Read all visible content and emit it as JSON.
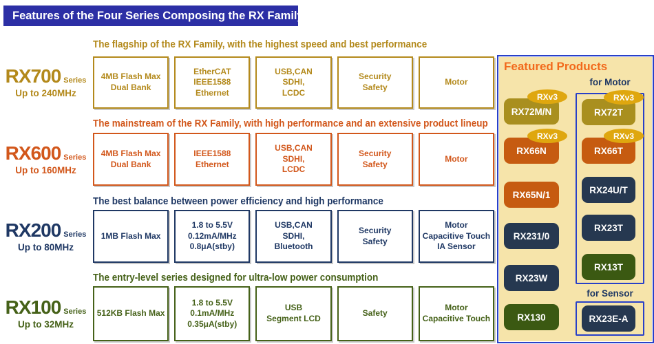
{
  "banner": {
    "title": "Features of the Four Series Composing the RX Family",
    "bg": "#2C2FA5"
  },
  "series": [
    {
      "name": "RX700",
      "suffix": "Series",
      "clock": "Up to 240MHz",
      "color": "#B3891B",
      "headline": "The flagship of the RX Family, with the highest speed and best performance",
      "features": [
        "4MB Flash Max\nDual Bank",
        "EtherCAT\nIEEE1588\nEthernet",
        "USB,CAN\nSDHI,\nLCDC",
        "Security\nSafety",
        "Motor"
      ]
    },
    {
      "name": "RX600",
      "suffix": "Series",
      "clock": "Up to 160MHz",
      "color": "#D2571B",
      "headline": "The mainstream of the RX Family, with high performance and an extensive product lineup",
      "features": [
        "4MB Flash Max\nDual Bank",
        "IEEE1588\nEthernet",
        "USB,CAN\nSDHI,\nLCDC",
        "Security\nSafety",
        "Motor"
      ]
    },
    {
      "name": "RX200",
      "suffix": "Series",
      "clock": "Up to 80MHz",
      "color": "#1F3864",
      "headline": "The best balance between power efficiency and high performance",
      "features": [
        "1MB Flash Max",
        "1.8 to 5.5V\n0.12mA/MHz\n0.8μA(stby)",
        "USB,CAN\nSDHI,\nBluetooth",
        "Security\nSafety",
        "Motor\nCapacitive Touch\nIA Sensor"
      ]
    },
    {
      "name": "RX100",
      "suffix": "Series",
      "clock": "Up to 32MHz",
      "color": "#456118",
      "headline": "The entry-level series designed for ultra-low power consumption",
      "features": [
        "512KB Flash Max",
        "1.8 to 5.5V\n0.1mA/MHz\n0.35μA(stby)",
        "USB\nSegment LCD",
        "Safety",
        "Motor\nCapacitive Touch"
      ]
    }
  ],
  "featured": {
    "title": "Featured Products",
    "title_color": "#F2691B",
    "panel_bg": "#F6E4AA",
    "panel_border": "#2840C8",
    "label_color": "#1F3864",
    "badge_label": "RXv3",
    "badge_color": "#DFA70F",
    "chip_colors": {
      "gold": "#A98F1F",
      "orange": "#C65B10",
      "navy": "#263850",
      "green": "#3B5912"
    },
    "left": [
      {
        "label": "RX72M/N",
        "color": "#A98F1F",
        "badge": true
      },
      {
        "label": "RX66N",
        "color": "#C65B10",
        "badge": true
      },
      {
        "label": "RX65N/1",
        "color": "#C65B10",
        "badge": false
      },
      {
        "label": "RX231/0",
        "color": "#263850",
        "badge": false
      },
      {
        "label": "RX23W",
        "color": "#263850",
        "badge": false
      },
      {
        "label": "RX130",
        "color": "#3B5912",
        "badge": false
      }
    ],
    "motor": {
      "label": "for Motor",
      "items": [
        {
          "label": "RX72T",
          "color": "#A98F1F",
          "badge": true
        },
        {
          "label": "RX66T",
          "color": "#C65B10",
          "badge": true
        },
        {
          "label": "RX24U/T",
          "color": "#263850",
          "badge": false
        },
        {
          "label": "RX23T",
          "color": "#263850",
          "badge": false
        },
        {
          "label": "RX13T",
          "color": "#3B5912",
          "badge": false
        }
      ]
    },
    "sensor": {
      "label": "for Sensor",
      "items": [
        {
          "label": "RX23E-A",
          "color": "#263850",
          "badge": false
        }
      ]
    }
  }
}
